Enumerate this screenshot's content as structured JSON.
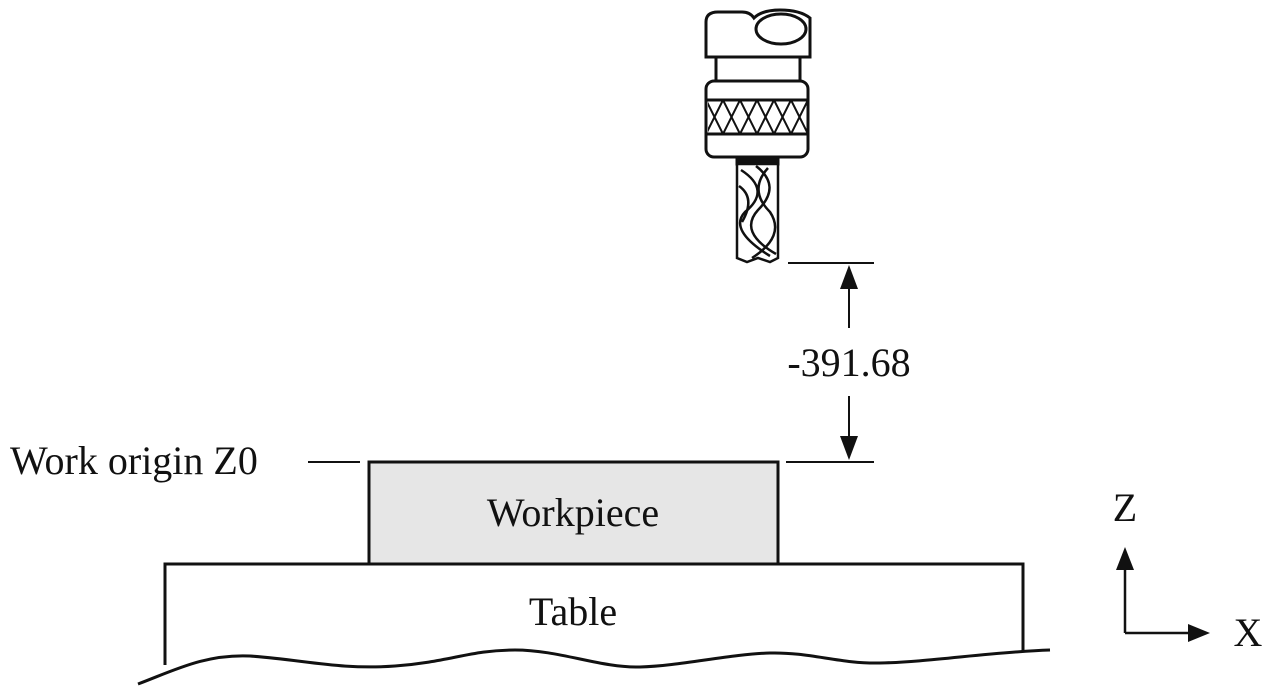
{
  "diagram": {
    "dimension_value": "-391.68",
    "work_origin_label": "Work origin Z0",
    "workpiece_label": "Workpiece",
    "table_label": "Table",
    "axis_z_label": "Z",
    "axis_x_label": "X"
  },
  "colors": {
    "line": "#111111",
    "workpiece_fill": "#e6e6e6",
    "background": "#ffffff"
  }
}
